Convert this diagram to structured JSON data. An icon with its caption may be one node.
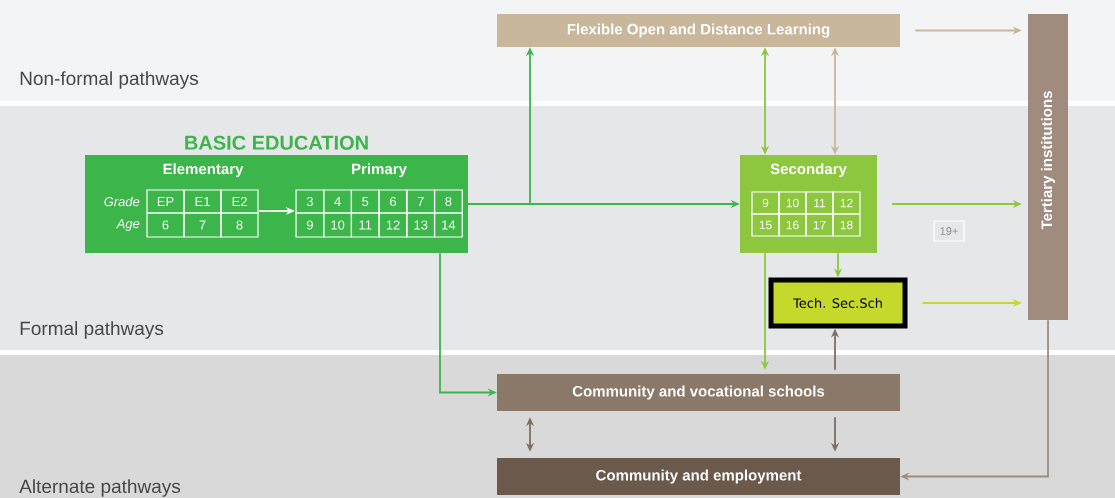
{
  "diagram": {
    "nodes": [
      {
        "text": [
          "Flexible Open and Distance Learning"
        ]
      },
      {
        "text": [
          "BASIC EDUCATION"
        ]
      },
      {
        "text": [
          "Elementary"
        ],
        "in": 1
      },
      {
        "text": [
          "Primary"
        ],
        "in": 1
      },
      {
        "text": [
          "Secondary"
        ]
      },
      {
        "text": [
          "Tech. Sec.Sch"
        ]
      },
      {
        "text": [
          "Tertiary institutions"
        ]
      },
      {
        "text": [
          "Community and vocational schools"
        ]
      },
      {
        "text": [
          "Community and employment"
        ]
      }
    ],
    "edges": [
      {
        "from": 2,
        "to": 3,
        "arrow": "to",
        "color": "#ffffff"
      },
      {
        "from": 1,
        "to": 0,
        "arrow": "to"
      },
      {
        "from": 1,
        "to": 4,
        "arrow": "to"
      },
      {
        "from": 0,
        "to": 6,
        "arrow": "to",
        "color": "#c9b79c"
      },
      {
        "from": 4,
        "to": 0,
        "arrow": "both",
        "color": "#8dc63f"
      },
      {
        "from": 0,
        "to": 4,
        "arrow": "both",
        "color": "#c9b79c"
      },
      {
        "from": 4,
        "to": 6,
        "arrow": "to",
        "color": "#8dc63f"
      },
      {
        "from": 4,
        "to": 5,
        "arrow": "to",
        "color": "#8dc63f"
      },
      {
        "from": 4,
        "to": 7,
        "arrow": "to",
        "color": "#8dc63f"
      },
      {
        "from": 5,
        "to": 6,
        "arrow": "to",
        "color": "#c5d92d"
      },
      {
        "from": 7,
        "to": 5,
        "arrow": "to",
        "color": "#7d6e60"
      },
      {
        "from": 1,
        "to": 7,
        "arrow": "to"
      },
      {
        "from": 7,
        "to": 8,
        "arrow": "both",
        "color": "#7d6e60"
      },
      {
        "from": 7,
        "to": 8,
        "arrow": "to",
        "color": "#7d6e60"
      },
      {
        "from": 6,
        "to": 8,
        "arrow": "to",
        "color": "#a08c7e"
      }
    ],
    "labels": [
      "Non-formal pathways",
      "Grade",
      "EP",
      "E1",
      "E2",
      "Age",
      "6",
      "7",
      "8",
      "3",
      "4",
      "5",
      "6",
      "7",
      "8",
      "9",
      "10",
      "11",
      "12",
      "13",
      "14",
      "9",
      "10",
      "11",
      "12",
      "15",
      "16",
      "17",
      "18",
      "19+",
      "Formal pathways",
      "Alternate pathways"
    ]
  }
}
